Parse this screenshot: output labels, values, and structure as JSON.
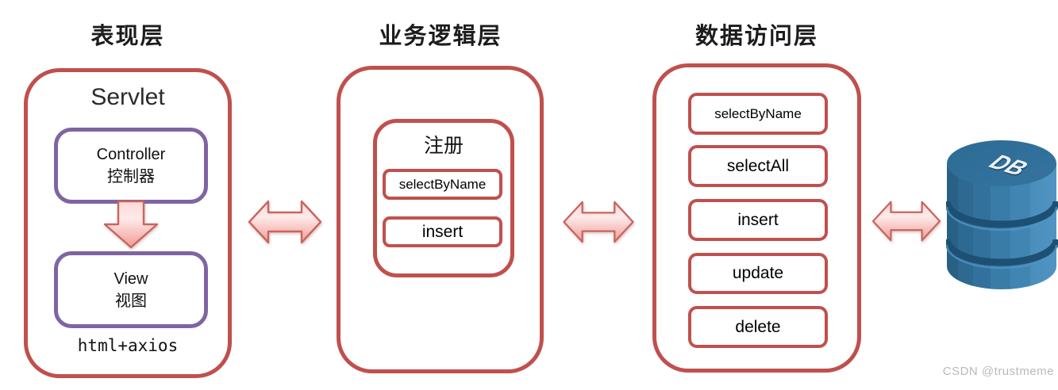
{
  "titles": {
    "presentation": "表现层",
    "business": "业务逻辑层",
    "dao": "数据访问层"
  },
  "presentation": {
    "heading": "Servlet",
    "controller_line1": "Controller",
    "controller_line2": "控制器",
    "view_line1": "View",
    "view_line2": "视图",
    "footer": "html+axios"
  },
  "business": {
    "register_title": "注册",
    "methods": [
      "selectByName",
      "insert"
    ]
  },
  "dao": {
    "methods": [
      "selectByName",
      "selectAll",
      "insert",
      "update",
      "delete"
    ]
  },
  "database": {
    "label": "DB"
  },
  "watermark": "CSDN @trustmeme",
  "colors": {
    "box_border": "#C0504D",
    "inner_border": "#8064A2",
    "arrow_fill_light": "#FBD9D7",
    "arrow_fill_dark": "#F19B95",
    "arrow_stroke": "#C9655E",
    "db_blue": "#3D7EA8"
  }
}
